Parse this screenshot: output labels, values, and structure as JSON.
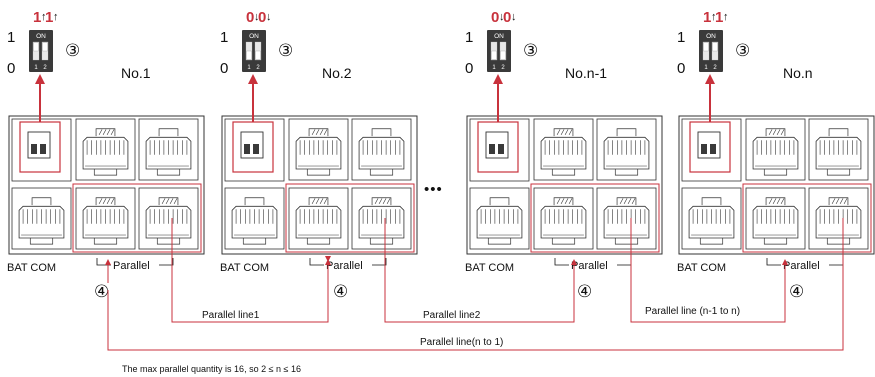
{
  "units": [
    {
      "name": "No.1",
      "switch_bits": "1|1",
      "switch_arrows": "↑↑",
      "bat_com_label": "BAT COM",
      "parallel_label": "Parallel",
      "step_switch": "③",
      "step_parallel": "④"
    },
    {
      "name": "No.2",
      "switch_bits": "0|0",
      "switch_arrows": "↓↓",
      "bat_com_label": "BAT COM",
      "parallel_label": "Parallel",
      "step_switch": "③",
      "step_parallel": "④"
    },
    {
      "name": "No.n-1",
      "switch_bits": "0|0",
      "switch_arrows": "↓↓",
      "bat_com_label": "BAT COM",
      "parallel_label": "Parallel",
      "step_switch": "③",
      "step_parallel": "④"
    },
    {
      "name": "No.n",
      "switch_bits": "1|1",
      "switch_arrows": "↑↑",
      "bat_com_label": "BAT COM",
      "parallel_label": "Parallel",
      "step_switch": "③",
      "step_parallel": "④"
    }
  ],
  "dip_switch": {
    "on_label": "ON",
    "pos_labels": [
      "1",
      "2"
    ],
    "level_high": "1",
    "level_low": "0"
  },
  "ellipsis": "•••",
  "connections": [
    "Parallel line1",
    "Parallel line2",
    "Parallel line (n-1 to n)",
    "Parallel line(n to 1)"
  ],
  "footnote": "The max parallel quantity is 16, so 2 ≤ n ≤ 16",
  "colors": {
    "wire": "#c8323c",
    "frame": "#333333",
    "switch_body": "#3a3a3a",
    "text": "#111111"
  }
}
